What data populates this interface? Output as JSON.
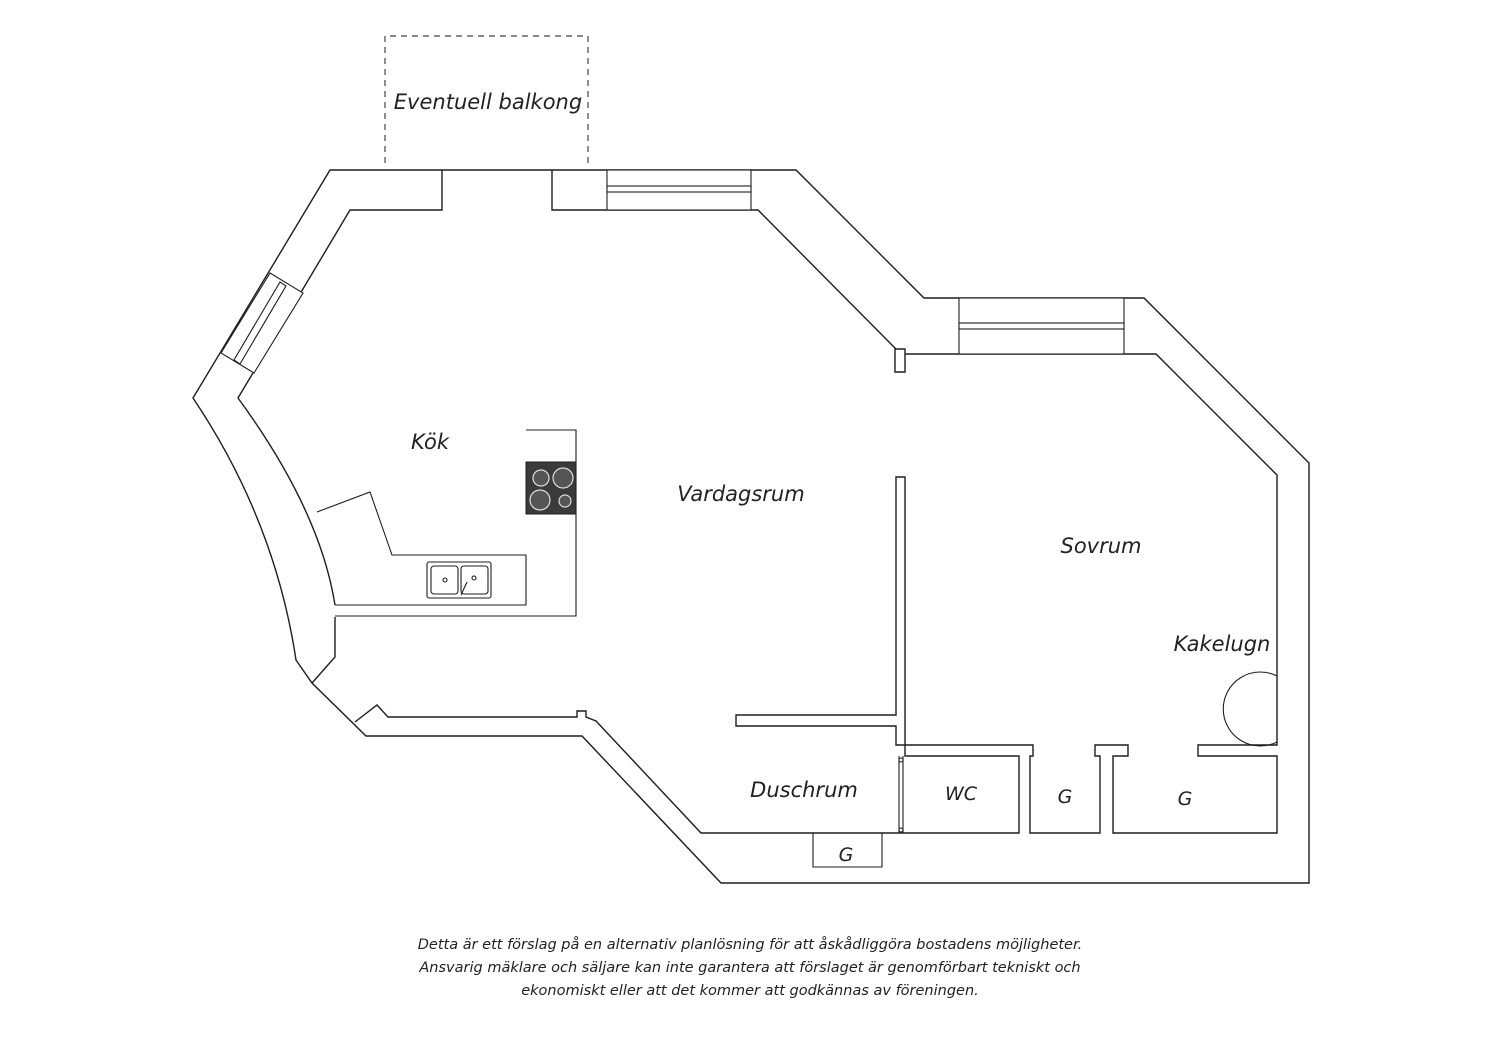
{
  "rooms": {
    "balcony": "Eventuell balkong",
    "kitchen": "Kök",
    "living": "Vardagsrum",
    "bedroom": "Sovrum",
    "stove_heater": "Kakelugn",
    "shower": "Duschrum",
    "wc": "WC",
    "closet_1": "G",
    "closet_2": "G",
    "closet_3": "G"
  },
  "disclaimer": {
    "line1": "Detta är ett förslag på en alternativ planlösning för att åskådliggöra bostadens möjligheter.",
    "line2": "Ansvarig mäklare och säljare kan inte garantera att förslaget är genomförbart tekniskt och",
    "line3": "ekonomiskt eller att det kommer att godkännas av föreningen."
  },
  "colors": {
    "line": "#1e1e1e",
    "stove": "#3a3a3a",
    "background": "#ffffff"
  }
}
